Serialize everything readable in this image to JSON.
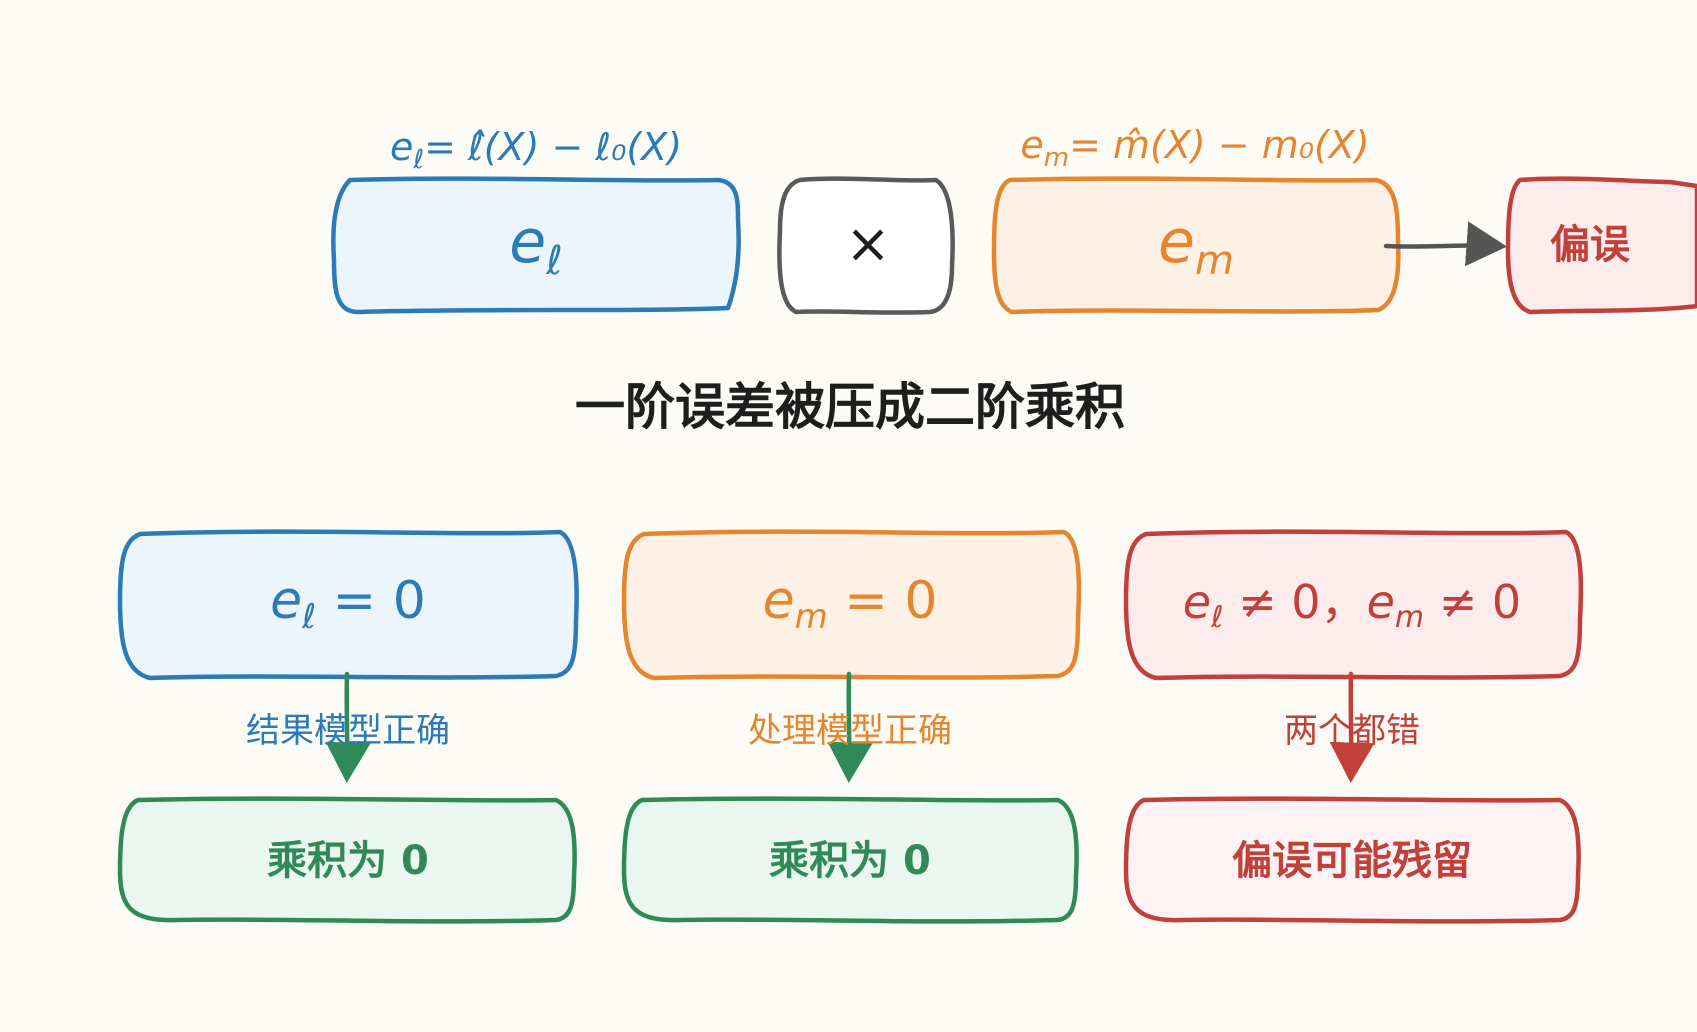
{
  "colors": {
    "background": "#fcfbf6",
    "blue": "#2b7bb9",
    "blue_fill": "#edf5fc",
    "orange": "#e5862f",
    "orange_fill": "#fdf1e6",
    "gray": "#555555",
    "red": "#c2403a",
    "red_fill": "#fcecec",
    "red_fill_light": "#fdf3f4",
    "green": "#2f8a57",
    "green_fill": "#ebf6ee",
    "title": "#1e1e1e"
  },
  "top": {
    "el_formula": {
      "e": "e",
      "sub": "ℓ",
      "rhs": "= ℓ̂(X) − ℓ₀(X)"
    },
    "em_formula": {
      "e": "e",
      "sub": "m",
      "rhs": "= m̂(X) − m₀(X)"
    },
    "el_box": {
      "e": "e",
      "sub": "ℓ"
    },
    "times_symbol": "×",
    "em_box": {
      "e": "e",
      "sub": "m"
    },
    "bias_label": "偏误"
  },
  "title": "一阶误差被压成二阶乘积",
  "cases": [
    {
      "condition": {
        "e": "e",
        "sub": "ℓ",
        "rest": " = 0"
      },
      "arrow_label": "结果模型正确",
      "result": "乘积为 0"
    },
    {
      "condition": {
        "e": "e",
        "sub": "m",
        "rest": " = 0"
      },
      "arrow_label": "处理模型正确",
      "result": "乘积为 0"
    },
    {
      "condition_parts": {
        "e1": "e",
        "sub1": "ℓ",
        "mid": " ≠ 0，",
        "e2": "e",
        "sub2": "m",
        "end": " ≠ 0"
      },
      "arrow_label": "两个都错",
      "result": "偏误可能残留"
    }
  ]
}
